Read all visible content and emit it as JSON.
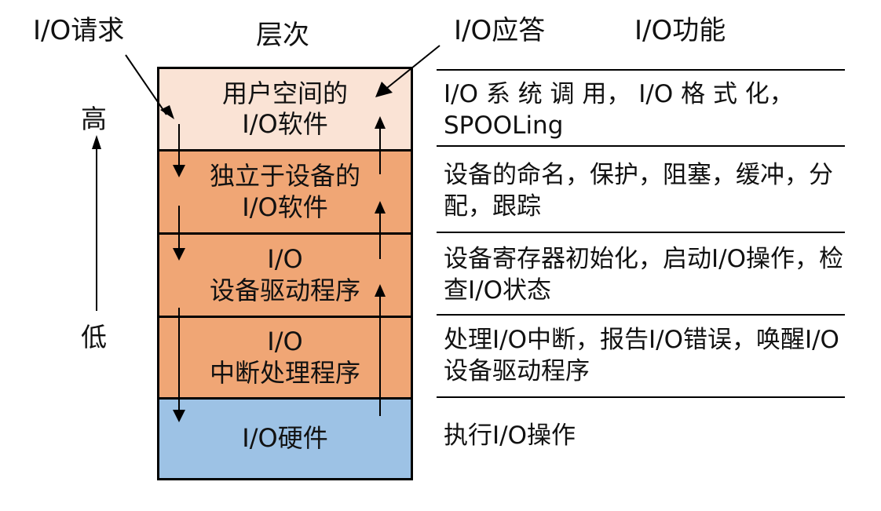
{
  "headers": {
    "request": "I/O请求",
    "layer": "层次",
    "response": "I/O应答",
    "function": "I/O功能"
  },
  "levels": {
    "high": "高",
    "low": "低"
  },
  "colors": {
    "user_layer": "#fae3d5",
    "middle_layers": "#f0a675",
    "hardware_layer": "#9dc2e5",
    "line": "#000000"
  },
  "layers": [
    {
      "line1": "用户空间的",
      "line2": "I/O软件",
      "functions": "I/O 系 统 调 用， I/O 格 式 化，SPOOLing"
    },
    {
      "line1": "独立于设备的",
      "line2": "I/O软件",
      "functions": "设备的命名，保护，阻塞，缓冲，分配，跟踪"
    },
    {
      "line1": "I/O",
      "line2": "设备驱动程序",
      "functions": "设备寄存器初始化，启动I/O操作，检查I/O状态"
    },
    {
      "line1": "I/O",
      "line2": "中断处理程序",
      "functions": "处理I/O中断，报告I/O错误，唤醒I/O设备驱动程序"
    },
    {
      "line1": "I/O硬件",
      "line2": "",
      "functions": "执行I/O操作"
    }
  ]
}
